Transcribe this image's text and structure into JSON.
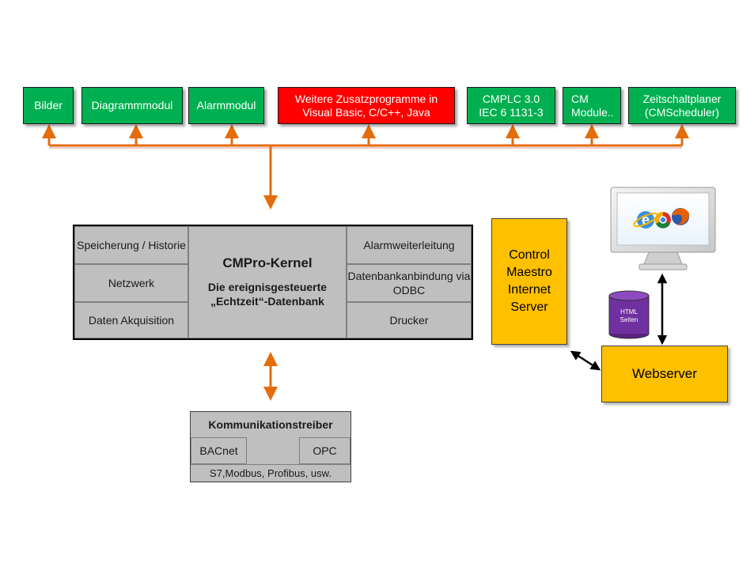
{
  "modules": [
    {
      "id": "bilder",
      "lines": [
        "Bilder"
      ],
      "color": "#00b050"
    },
    {
      "id": "diagrammmodul",
      "lines": [
        "Diagrammmodul"
      ],
      "color": "#00b050"
    },
    {
      "id": "alarmmodul",
      "lines": [
        "Alarmmodul"
      ],
      "color": "#00b050"
    },
    {
      "id": "zusatzprogramme",
      "lines": [
        "Weitere Zusatzprogramme  in",
        "Visual Basic, C/C++, Java"
      ],
      "color": "#ff0000"
    },
    {
      "id": "cmplc",
      "lines": [
        "CMPLC 3.0",
        "IEC 6 1131-3"
      ],
      "color": "#00b050"
    },
    {
      "id": "cm-module",
      "lines": [
        "CM",
        "Module.."
      ],
      "color": "#00b050"
    },
    {
      "id": "zeitschaltplaner",
      "lines": [
        "Zeitschaltplaner",
        "(CMScheduler)"
      ],
      "color": "#00b050"
    }
  ],
  "kernel": {
    "left": [
      "Speicherung / Historie",
      "Netzwerk",
      "Daten Akquisition"
    ],
    "title": "CMPro-Kernel",
    "subtitle1": "Die ereignisgesteuerte",
    "subtitle2": "„Echtzeit“-Datenbank",
    "right": [
      "Alarmweiterleitung",
      "Datenbankanbindung via ODBC",
      "Drucker"
    ]
  },
  "treiber": {
    "title": "Kommunikationstreiber",
    "bacnet": "BACnet",
    "opc": "OPC",
    "bottom": "S7,Modbus, Profibus, usw."
  },
  "server": {
    "lines": [
      "Control",
      "Maestro",
      "Internet",
      "Server"
    ]
  },
  "webserver": "Webserver",
  "html_seiten": [
    "HTML",
    "Seiten"
  ],
  "colors": {
    "bus": "#e46c0a",
    "green": "#00b050",
    "red": "#ff0000",
    "yellow": "#ffc000",
    "kernel_gray": "#bfbfbf",
    "db_purple": "#7030a0"
  }
}
